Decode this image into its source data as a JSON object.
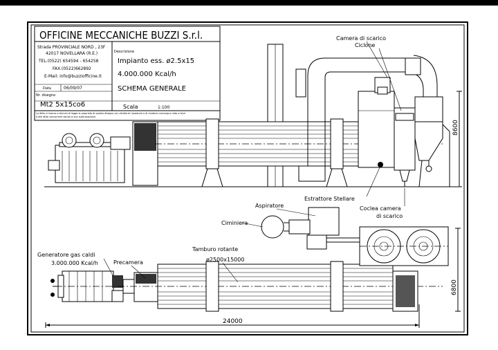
{
  "title_block": {
    "company": "OFFICINE MECCANICHE BUZZI S.r.l.",
    "address_1": "Strada PROVINCIALE NORD , 23F",
    "address_2": "42017 NOVELLARA (R.E.)",
    "tel": "TEL.(0522) 654594 - 654258",
    "fax": "FAX.(0522)662892",
    "email": "E-Mail: info@buzziofficine.it",
    "description_label": "Descrizione",
    "description_1": "Impianto ess. ø2.5x15",
    "description_2": "4.000.000 Kcal/h",
    "description_3": "SCHEMA GENERALE",
    "date_label": "Data",
    "date_value": "06/09/07",
    "drawing_no_label": "Nr. disegno",
    "drawing_no": "Mt2  5x15co6",
    "scale_label": "Scala",
    "scale_value": "1:100",
    "legal_note_1": "La ditta si riserva a termini di legge la proprieta di questo disegno con divieto di riprodurlo o di renderlo comunque noto a terzi",
    "legal_note_2": "o alle ditte concorrenti senza la sua autorizzazione"
  },
  "labels": {
    "camera_scarico": "Camera di scarico",
    "ciclone": "Ciclone",
    "estrattore": "Estrattore Stellare",
    "aspiratore": "Aspiratore",
    "ciminiera": "Ciminiera",
    "coclea": "Coclea camera",
    "coclea_2": "di scarico",
    "generatore": "Generatore gas caldi",
    "generatore_power": "3.000.000 Kcal/h",
    "precamera": "Precamera",
    "tamburo": "Tamburo rotante",
    "tamburo_dim": "ø2500x15000"
  },
  "dimensions": {
    "height_side": "8600",
    "height_plan": "6800",
    "length_total": "24000"
  }
}
